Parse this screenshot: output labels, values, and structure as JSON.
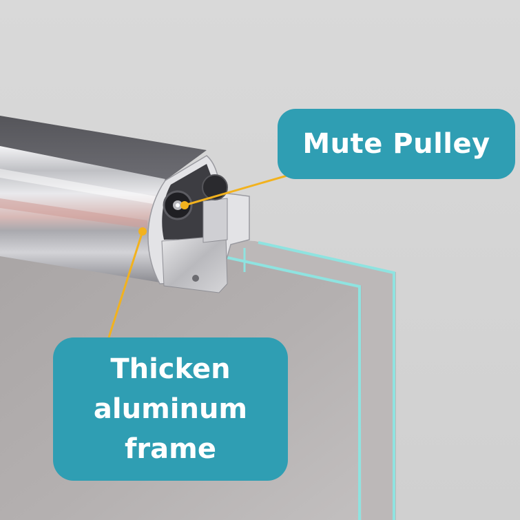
{
  "callouts": {
    "pulley": {
      "label": "Mute Pulley"
    },
    "frame": {
      "lines": [
        "Thicken",
        "aluminum",
        "frame"
      ]
    }
  },
  "colors": {
    "background": "#d4d4d4",
    "callout": "#2f9eb3",
    "callout_text": "#ffffff",
    "leader_line": "#f2b21e",
    "glass_edge": "#8fe3e0",
    "aluminum": "#c8c8cc"
  }
}
